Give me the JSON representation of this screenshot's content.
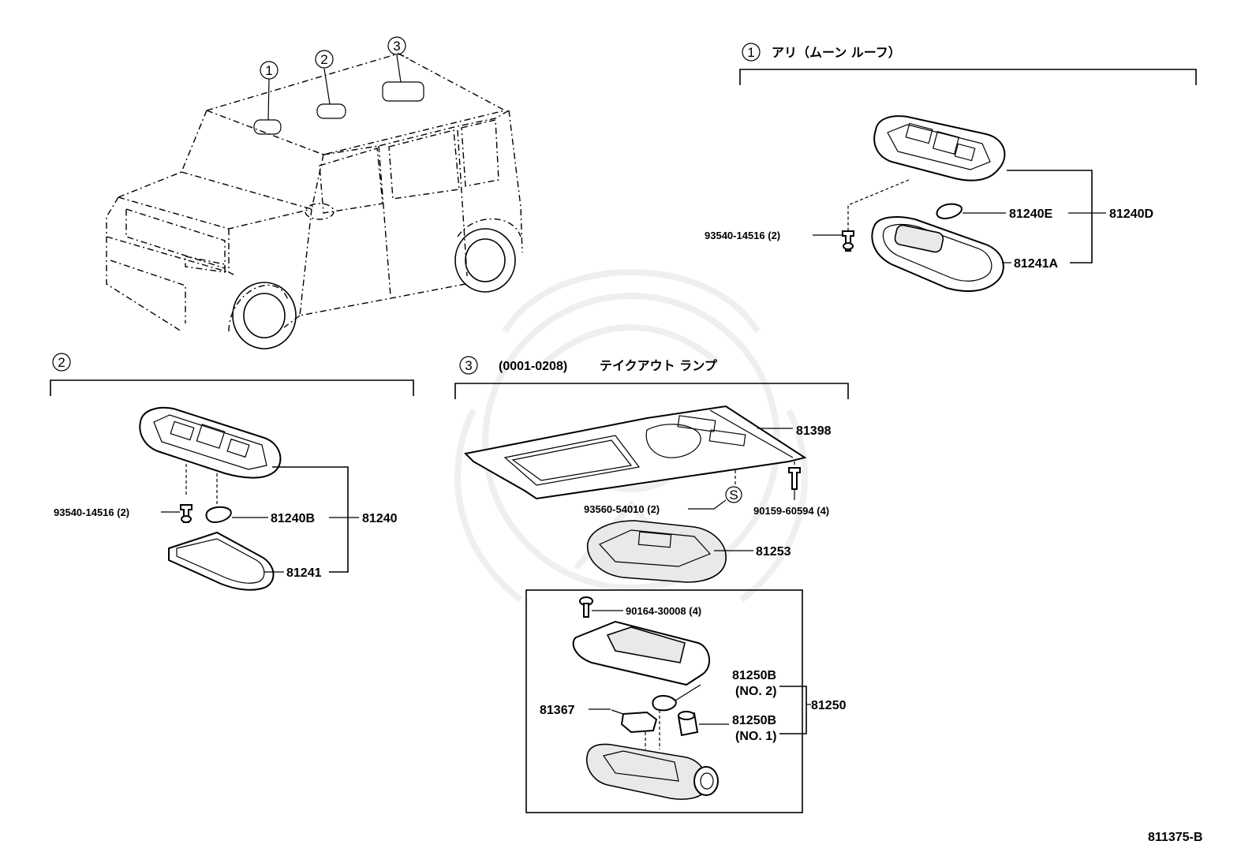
{
  "diagram_id": "811375-B",
  "section1": {
    "marker": "1",
    "title": "アリ（ムーン ルーフ）",
    "parts": {
      "screw": "93540-14516 (2)",
      "bulb": "81240E",
      "assembly": "81240D",
      "lens": "81241A"
    }
  },
  "section2": {
    "marker": "2",
    "parts": {
      "screw": "93540-14516 (2)",
      "bulb": "81240B",
      "assembly": "81240",
      "lens": "81241"
    }
  },
  "section3": {
    "marker": "3",
    "date_range": "(0001-0208)",
    "title": "テイクアウト ランプ",
    "parts": {
      "bracket": "81398",
      "clip": "93560-54010 (2)",
      "clip_symbol": "S",
      "bolt": "90159-60594 (4)",
      "cover": "81253",
      "screw": "90164-30008 (4)",
      "bulb2": "81250B",
      "bulb2_note": "(NO. 2)",
      "bulb1": "81250B",
      "bulb1_note": "(NO. 1)",
      "switch": "81367",
      "assembly": "81250"
    }
  },
  "vehicle_markers": [
    "1",
    "2",
    "3"
  ]
}
